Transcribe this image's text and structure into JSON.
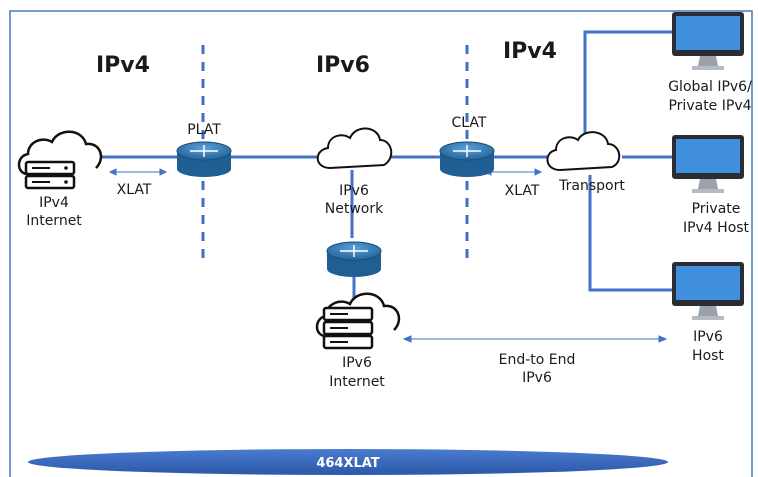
{
  "regions": [
    "IPv4",
    "IPv6",
    "IPv4"
  ],
  "router_labels": {
    "plat": "PLAT",
    "clat": "CLAT"
  },
  "link_labels": {
    "xlat_left": "XLAT",
    "xlat_right": "XLAT"
  },
  "nodes": {
    "ipv4_internet": [
      "IPv4",
      "Internet"
    ],
    "ipv6_network": [
      "IPv6",
      "Network"
    ],
    "transport": "Transport",
    "ipv6_internet": [
      "IPv6",
      "Internet"
    ]
  },
  "hosts": {
    "global": [
      "Global IPv6/",
      "Private IPv4"
    ],
    "private_ipv4": [
      "Private",
      "IPv4 Host"
    ],
    "ipv6": [
      "IPv6",
      "Host"
    ]
  },
  "end_to_end": [
    "End-to End",
    "IPv6"
  ],
  "banner": "464XLAT",
  "colors": {
    "line": "#4472c4",
    "router": "#2e75b6",
    "banner": "#3b6bc4"
  }
}
